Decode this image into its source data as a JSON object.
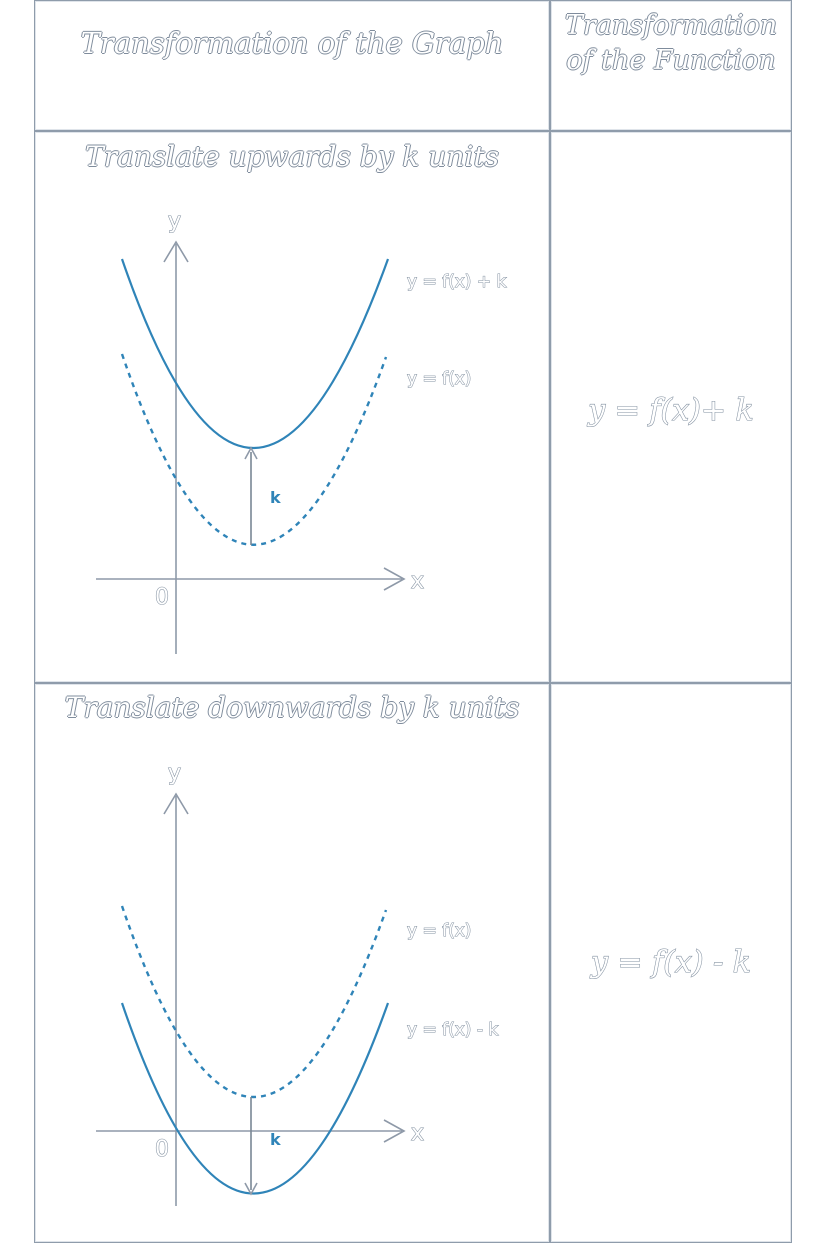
{
  "header": {
    "graph_col": "Transformation of the Graph",
    "func_col_line1": "Transformation",
    "func_col_line2": "of the Function"
  },
  "rows": [
    {
      "title": "Translate upwards by k units",
      "axis_y": "y",
      "axis_x": "x",
      "origin": "0",
      "curve_solid_label": "y = f(x) + k",
      "curve_dashed_label": "y = f(x)",
      "shift_label": "k",
      "formula": "y = f(x)+ k"
    },
    {
      "title": "Translate downwards by k units",
      "axis_y": "y",
      "axis_x": "x",
      "origin": "0",
      "curve_dashed_label": "y = f(x)",
      "curve_solid_label": "y = f(x) - k",
      "shift_label": "k",
      "formula": "y = f(x) - k"
    }
  ],
  "colors": {
    "curve": "#2f84b8",
    "axis": "#8e99a8",
    "border": "#8f9cab"
  }
}
